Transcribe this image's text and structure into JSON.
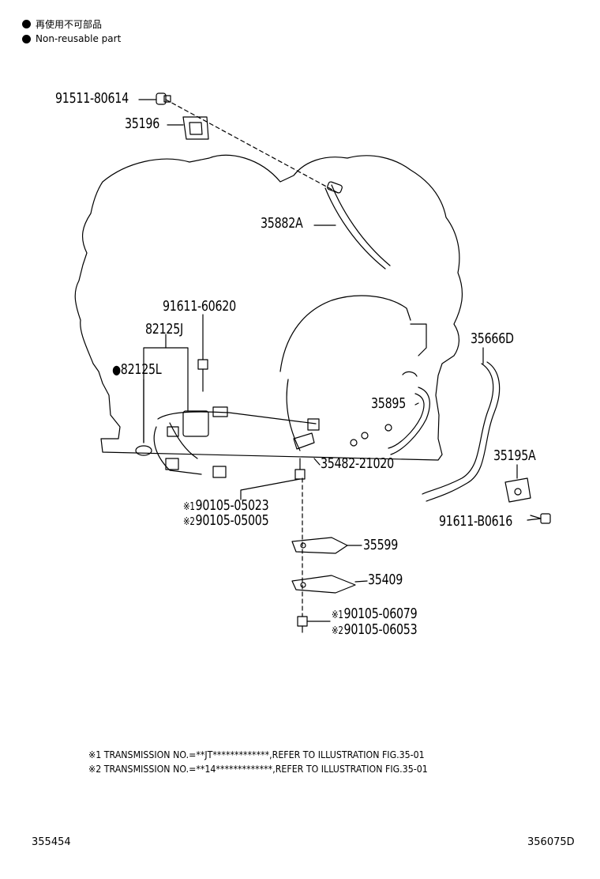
{
  "legend": {
    "non_reusable_jp": "再使用不可部品",
    "non_reusable_en": "Non-reusable part"
  },
  "parts": {
    "p1": "91511-80614",
    "p2": "35196",
    "p3": "35882A",
    "p4": "91611-60620",
    "p5": "82125J",
    "p6": "82125L",
    "p7": "35666D",
    "p8": "35895",
    "p9": "35482-21020",
    "p10": "35195A",
    "p11a_mark": "※1",
    "p11a": "90105-05023",
    "p11b_mark": "※2",
    "p11b": "90105-05005",
    "p12": "91611-B0616",
    "p13": "35599",
    "p14": "35409",
    "p15a_mark": "※1",
    "p15a": "90105-06079",
    "p15b_mark": "※2",
    "p15b": "90105-06053"
  },
  "notes": {
    "n1": "※1 TRANSMISSION NO.=**JT*************,REFER TO ILLUSTRATION FIG.35-01",
    "n2": "※2 TRANSMISSION NO.=**14*************,REFER TO ILLUSTRATION FIG.35-01"
  },
  "codes": {
    "left": "355454",
    "right": "356075D"
  }
}
